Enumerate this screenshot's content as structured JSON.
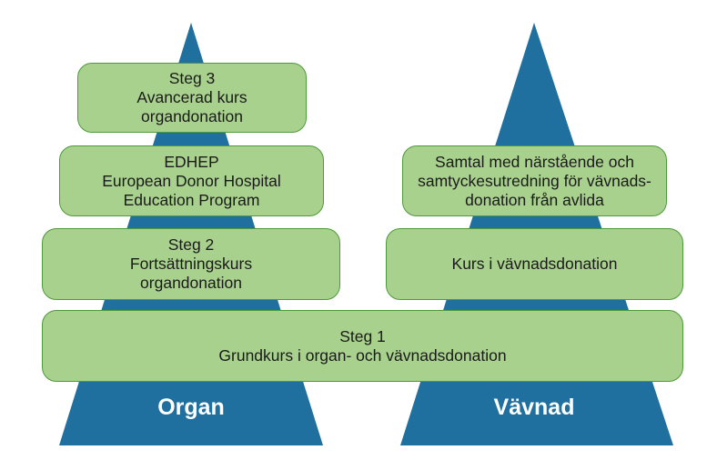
{
  "colors": {
    "pyramid": "#1f6f9f",
    "box_fill": "#a9d18e",
    "box_border": "#4e9a3a",
    "label_text": "#ffffff"
  },
  "pyramids": {
    "organ": {
      "label": "Organ"
    },
    "vavnad": {
      "label": "Vävnad"
    }
  },
  "boxes": {
    "steg3": {
      "lines": [
        "Steg 3",
        "Avancerad kurs",
        "organdonation"
      ]
    },
    "edhep": {
      "lines": [
        "EDHEP",
        "European Donor Hospital",
        "Education Program"
      ]
    },
    "steg2": {
      "lines": [
        "Steg 2",
        "Fortsättningskurs",
        "organdonation"
      ]
    },
    "samtal": {
      "lines": [
        "Samtal med närstående och",
        "samtyckesutredning för vävnads-",
        "donation från avlida"
      ]
    },
    "kurs_vavnad": {
      "lines": [
        "Kurs i vävnadsdonation"
      ]
    },
    "steg1": {
      "lines": [
        "Steg 1",
        "Grundkurs i organ- och vävnadsdonation"
      ]
    }
  }
}
